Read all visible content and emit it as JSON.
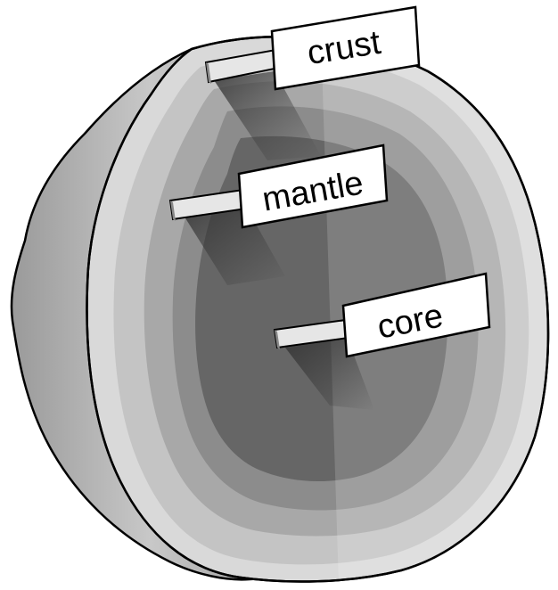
{
  "diagram": {
    "labels": {
      "crust": "crust",
      "mantle": "mantle",
      "core": "core"
    }
  },
  "colors": {
    "outline": "#000000",
    "crust_outer": "#bdbdbd",
    "crust_band": "#dcdcdc",
    "mantle_light": "#a9a9a9",
    "mantle_dark": "#8a8a8a",
    "core_light": "#6e6e6e",
    "core_dark": "#565656",
    "flag_bg": "#ffffff"
  }
}
